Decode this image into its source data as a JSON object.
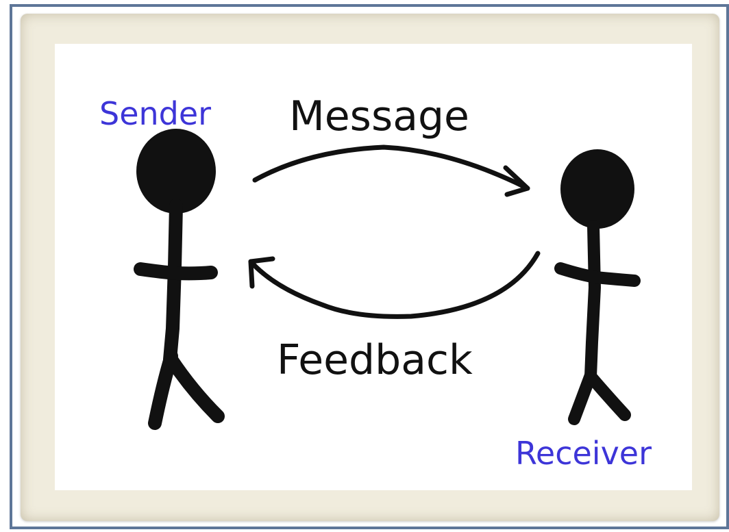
{
  "diagram": {
    "sender_label": "Sender",
    "receiver_label": "Receiver",
    "message_label": "Message",
    "feedback_label": "Feedback"
  },
  "colors": {
    "frame_border": "#5e7698",
    "parchment": "#f0ecdd",
    "role_label": "#3d35d8",
    "ink": "#111111"
  }
}
